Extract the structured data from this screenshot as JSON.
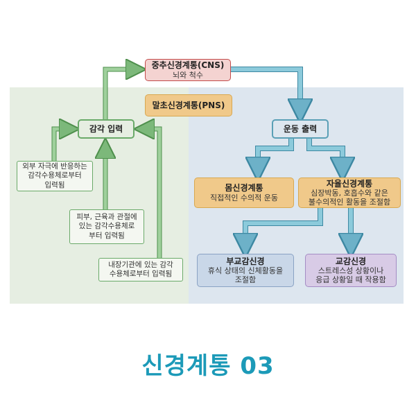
{
  "cns": {
    "title": "중추신경계통(CNS)",
    "subtitle": "뇌와 척수"
  },
  "pns": {
    "title": "말초신경계통(PNS)"
  },
  "sensory": {
    "title": "감각 입력"
  },
  "motor": {
    "title": "운동 출력"
  },
  "somatic": {
    "title": "몸신경계통",
    "subtitle": "직접적인 수의적 운동"
  },
  "autonomic": {
    "title": "자율신경계통",
    "subtitle_1": "심장박동, 호흡수와 같은",
    "subtitle_2": "불수의적인 활동을 조절함"
  },
  "parasympathetic": {
    "title": "부교감신경",
    "subtitle_1": "휴식 상태의 신체활동을",
    "subtitle_2": "조절함"
  },
  "sympathetic": {
    "title": "교감신경",
    "subtitle_1": "스트레스성 상황이나",
    "subtitle_2": "응급 상황일 때 작용함"
  },
  "notes": {
    "external_1": "외부 자극에 반응하는",
    "external_2": "감각수용체로부터",
    "external_3": "입력됨",
    "body_1": "피부, 근육과 관절에",
    "body_2": "있는 감각수용체로",
    "body_3": "부터 입력됨",
    "internal_1": "내장기관에 있는 감각",
    "internal_2": "수용체로부터 입력됨"
  },
  "page_title": "신경계통 03",
  "colors": {
    "green_arrow": "#7cb87a",
    "blue_arrow": "#6db1c8",
    "title": "#1c9ab8"
  }
}
